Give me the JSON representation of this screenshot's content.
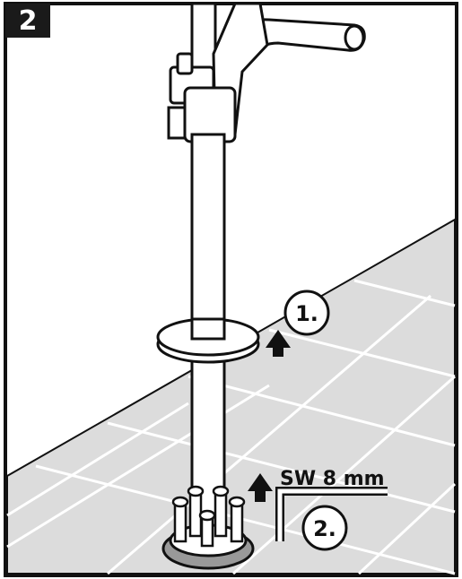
{
  "step": {
    "number": "2"
  },
  "callouts": {
    "step1": "1.",
    "step2": "2.",
    "tool": "SW 8 mm"
  },
  "colors": {
    "ink": "#111111",
    "floor": "#dcdcdc",
    "grout": "#ffffff",
    "badge": "#1a1a1a",
    "frame": "#111111"
  },
  "icons": {
    "arrow": "up-arrow-icon",
    "wrench": "hex-key-icon"
  }
}
